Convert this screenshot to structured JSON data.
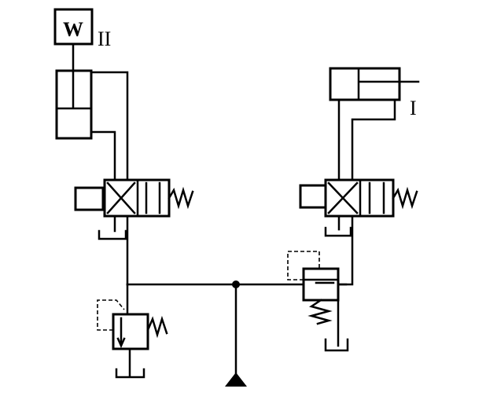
{
  "diagram": {
    "load_label": "W",
    "cylinder_II_label": "II",
    "cylinder_I_label": "I"
  }
}
